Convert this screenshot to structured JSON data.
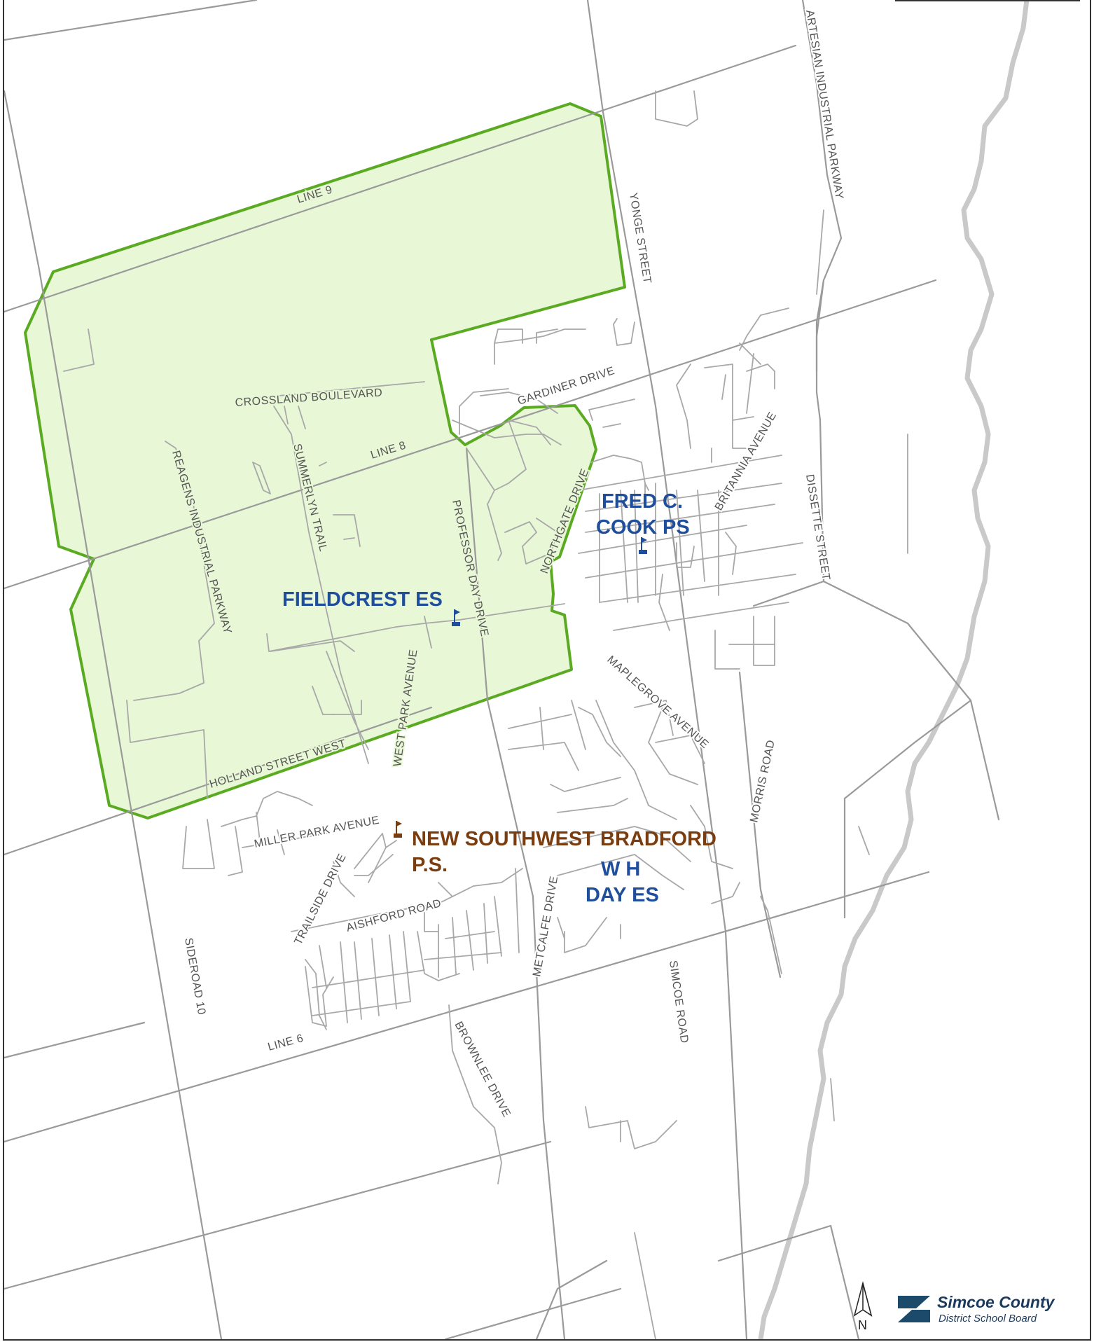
{
  "map": {
    "streets": {
      "line_9": "LINE 9",
      "line_8": "LINE 8",
      "line_6": "LINE 6",
      "yonge": "YONGE STREET",
      "artesian": "ARTESIAN INDUSTRIAL PARKWAY",
      "crossland": "CROSSLAND BOULEVARD",
      "gardiner": "GARDINER DRIVE",
      "reagens": "REAGENS INDUSTRIAL PARKWAY",
      "summerlyn": "SUMMERLYN TRAIL",
      "professor_day": "PROFESSOR DAY DRIVE",
      "northgate": "NORTHGATE DRIVE",
      "britannia": "BRITANNIA AVENUE",
      "dissette": "DISSETTE STREET",
      "west_park": "WEST PARK AVENUE",
      "maplegrove": "MAPLEGROVE AVENUE",
      "holland": "HOLLAND STREET WEST",
      "morris": "MORRIS ROAD",
      "miller_park": "MILLER PARK AVENUE",
      "trailside": "TRAILSIDE DRIVE",
      "aishford": "AISHFORD ROAD",
      "metcalfe": "METCALFE DRIVE",
      "sideroad_10": "SIDEROAD 10",
      "simcoe_road": "SIMCOE ROAD",
      "brownlee": "BROWNLEE DRIVE"
    },
    "schools": {
      "fred_cook_line1": "FRED C.",
      "fred_cook_line2": "COOK PS",
      "fieldcrest": "FIELDCREST ES",
      "new_sw_line1": "NEW SOUTHWEST BRADFORD",
      "new_sw_line2": "P.S.",
      "wh_day_line1": "W H",
      "wh_day_line2": "DAY ES"
    },
    "colors": {
      "zone_fill": "#e8f7d6",
      "zone_border": "#5aaa22",
      "existing_school": "#1f4e9c",
      "new_school": "#7a3d10"
    }
  },
  "north_arrow": {
    "label": "N"
  },
  "logo": {
    "name": "Simcoe County",
    "subtitle": "District School Board"
  }
}
